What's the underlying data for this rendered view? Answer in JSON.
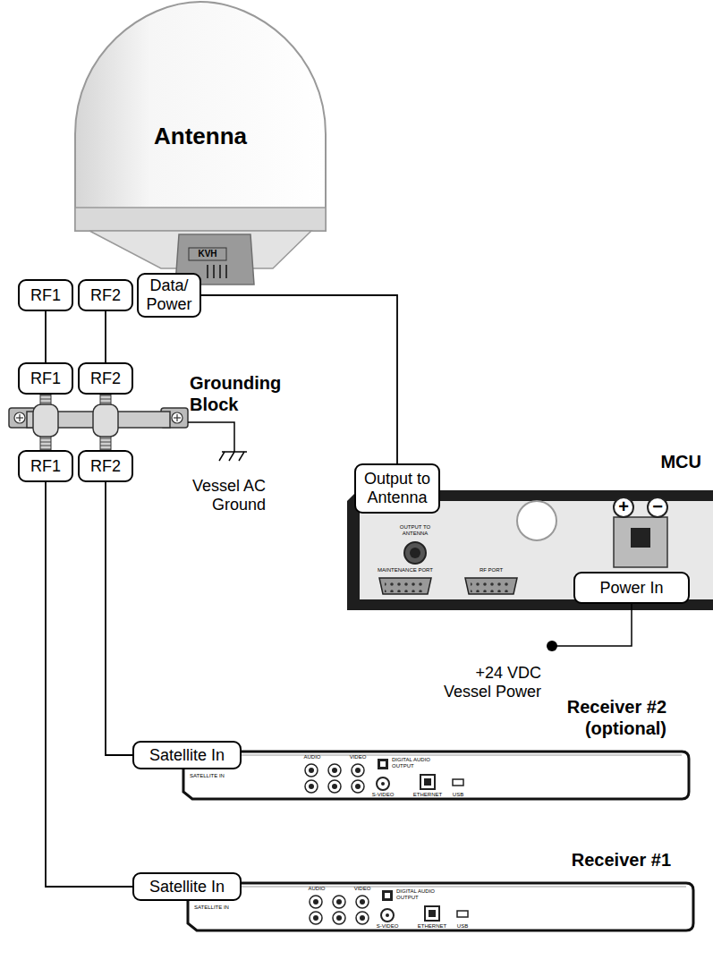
{
  "diagram": {
    "nodes": [
      {
        "text": [
          "Antenna"
        ]
      },
      {
        "text": [
          "RF1"
        ]
      },
      {
        "text": [
          "RF2"
        ]
      },
      {
        "text": [
          "Data/Power"
        ]
      },
      {
        "text": [
          "RF1"
        ]
      },
      {
        "text": [
          "RF2"
        ]
      },
      {
        "text": [
          "Grounding Block"
        ]
      },
      {
        "text": [
          "RF1"
        ]
      },
      {
        "text": [
          "RF2"
        ]
      },
      {
        "text": [
          "MCU"
        ]
      },
      {
        "text": [
          "Output to Antenna"
        ],
        "in": 9
      },
      {
        "text": [
          "Power In"
        ],
        "in": 9
      },
      {
        "text": [
          "Receiver #2 (optional)"
        ]
      },
      {
        "text": [
          "Satellite In"
        ],
        "in": 12
      },
      {
        "text": [
          "Receiver #1"
        ]
      },
      {
        "text": [
          "Satellite In"
        ],
        "in": 14
      }
    ],
    "edges": [
      {
        "from": 1,
        "to": 4,
        "arrow": "none"
      },
      {
        "from": 2,
        "to": 5,
        "arrow": "none"
      },
      {
        "from": 3,
        "to": 10,
        "arrow": "none"
      },
      {
        "from": 8,
        "to": 13,
        "arrow": "none"
      },
      {
        "from": 7,
        "to": 15,
        "arrow": "none"
      }
    ],
    "labels": [
      "KVH",
      "Vessel AC Ground",
      "OUTPUT TO ANTENNA",
      "MAINTENANCE PORT",
      "RF PORT",
      "+",
      "−",
      "+24 VDC Vessel Power",
      "SATELLITE IN",
      "AUDIO",
      "VIDEO",
      "DIGITAL AUDIO OUTPUT",
      "S-VIDEO",
      "ETHERNET",
      "USB",
      "SATELLITE IN",
      "AUDIO",
      "VIDEO",
      "DIGITAL AUDIO OUTPUT",
      "S-VIDEO",
      "ETHERNET",
      "USB"
    ]
  }
}
